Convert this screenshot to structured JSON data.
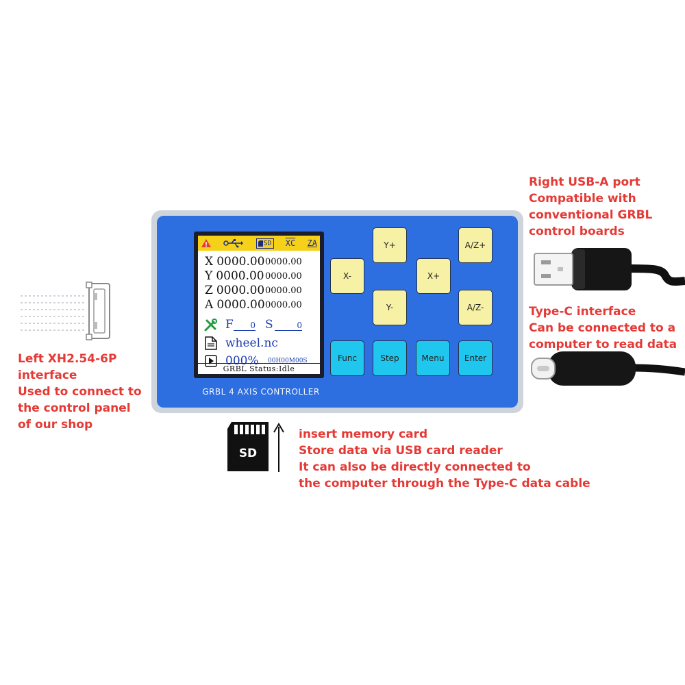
{
  "annotations": {
    "usb_a": [
      "Right USB-A port",
      "Compatible with",
      "conventional GRBL",
      "control boards"
    ],
    "type_c": [
      "Type-C interface",
      "Can be connected to a",
      "computer to read data"
    ],
    "left_port": [
      "Left XH2.54-6P",
      "interface",
      "Used to connect to",
      "the control panel",
      "of our shop"
    ],
    "sd": [
      "insert memory card",
      "Store data via USB card reader",
      "It can also be directly connected to",
      "the computer through the Type-C data cable"
    ]
  },
  "sd_card": {
    "label": "SD"
  },
  "lcd": {
    "topbar": {
      "sd_icon_text": "SD",
      "x_label": "XC",
      "z_label": "ZA"
    },
    "axes": [
      {
        "axis": "X",
        "main": "0000.00",
        "sub": "0000.00"
      },
      {
        "axis": "Y",
        "main": "0000.00",
        "sub": "0000.00"
      },
      {
        "axis": "Z",
        "main": "0000.00",
        "sub": "0000.00"
      },
      {
        "axis": "A",
        "main": "0000.00",
        "sub": "0000.00"
      }
    ],
    "feed_label": "F",
    "feed_value": "0",
    "spindle_label": "S",
    "spindle_value": "0",
    "file_name": "wheel.nc",
    "progress": "000%",
    "elapsed": "00H00M00S",
    "status": "GRBL Status:Idle"
  },
  "device_label": "GRBL 4 AXIS CONTROLLER",
  "keys": {
    "y_plus": "Y+",
    "x_minus": "X-",
    "x_plus": "X+",
    "y_minus": "Y-",
    "az_plus": "A/Z+",
    "az_minus": "A/Z-",
    "func": "Func",
    "step": "Step",
    "menu": "Menu",
    "enter": "Enter"
  },
  "colors": {
    "annotation": "#e53935",
    "device_face": "#2d6fe0",
    "lcd_topbar": "#f5d11a",
    "key_yellow": "#f7f1a6",
    "key_cyan": "#1fc6ee"
  }
}
